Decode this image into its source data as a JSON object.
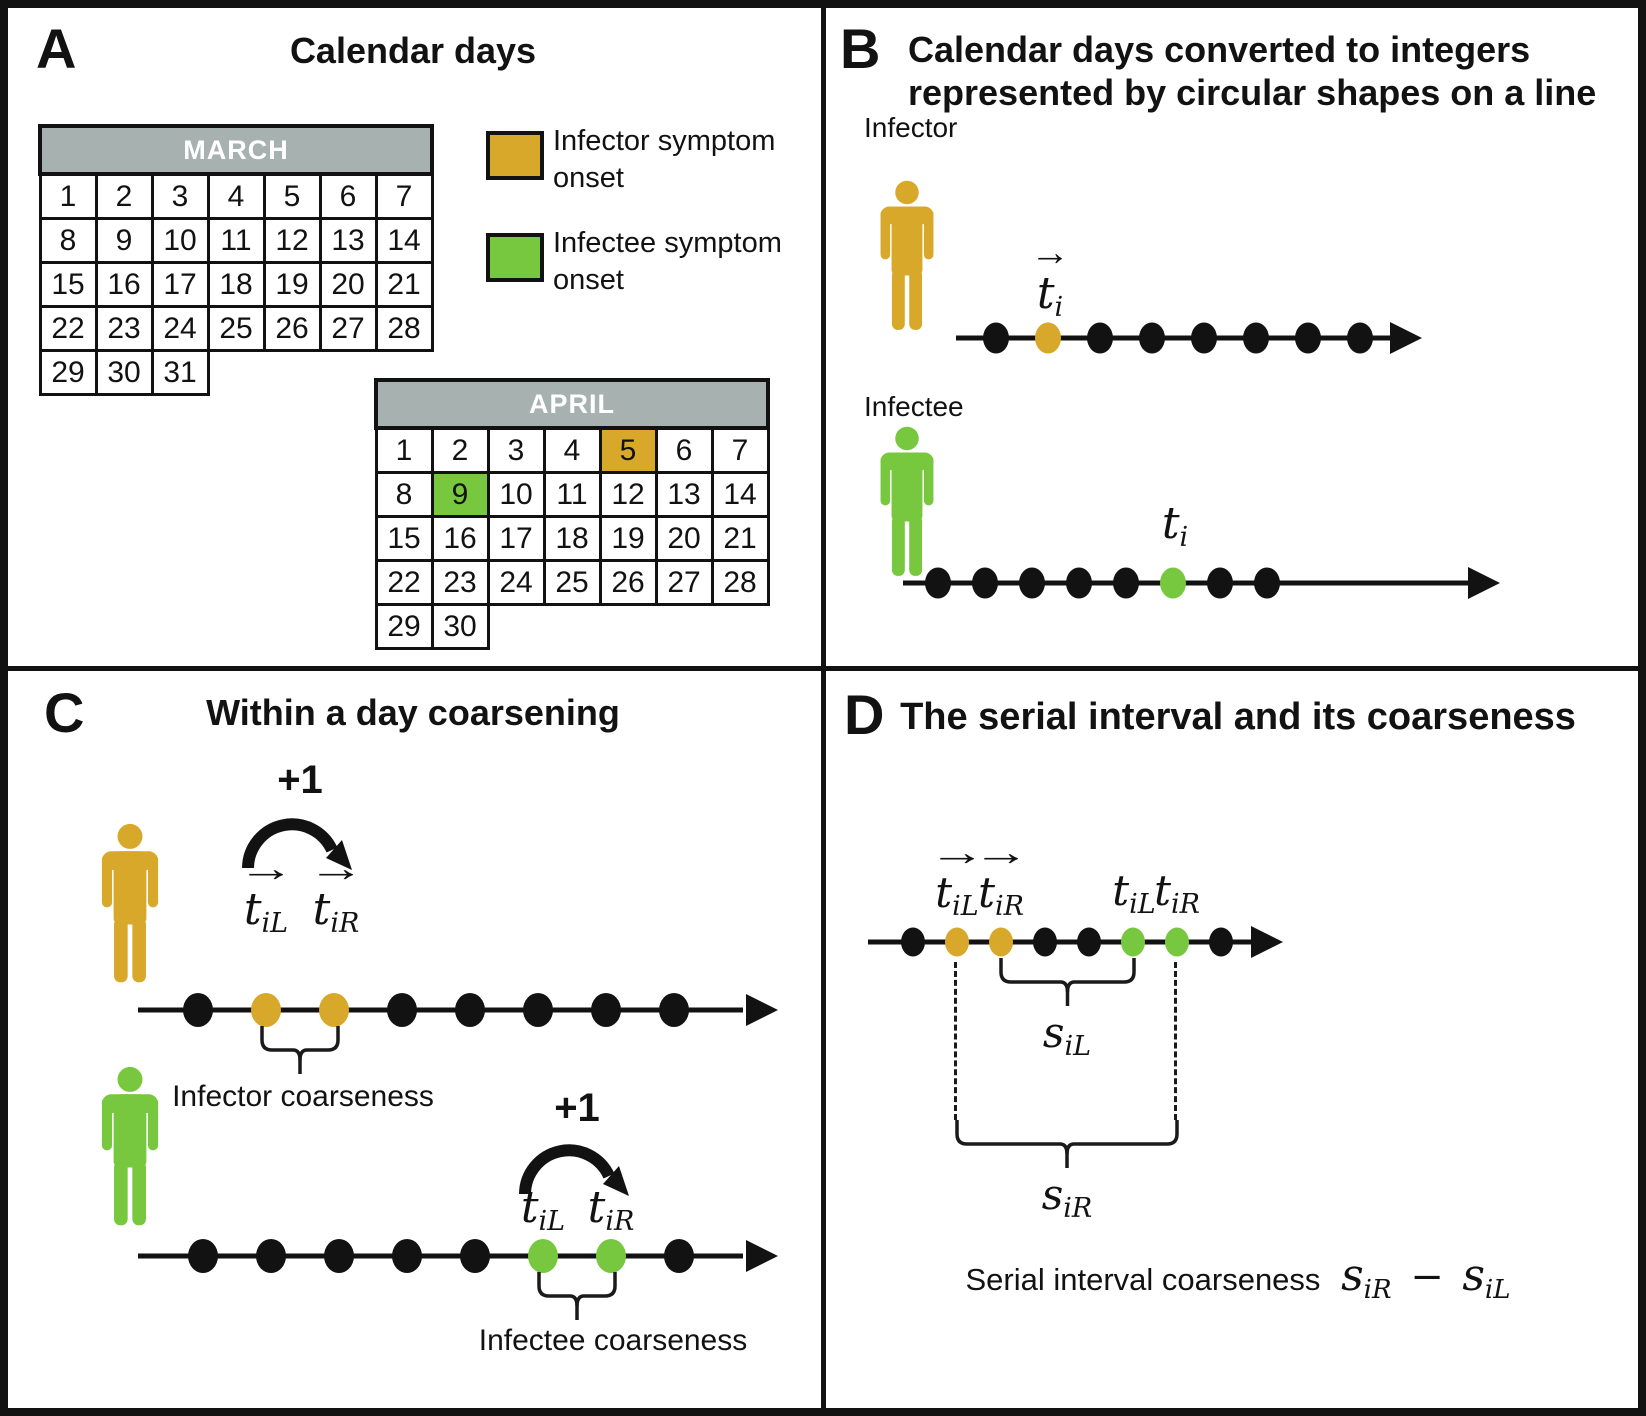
{
  "colors": {
    "gold": "#D8A82A",
    "green": "#77C83E",
    "black": "#121212",
    "header_gray": "#A7B1AF"
  },
  "math": {
    "t": "t",
    "s": "s",
    "sub_i": "i",
    "sub_iL": "iL",
    "sub_iR": "iR",
    "plus_one": "+1",
    "minus": "−"
  },
  "panel_a": {
    "letter": "A",
    "title": "Calendar days",
    "legend": [
      {
        "swatch_color": "gold",
        "label": "Infector symptom onset"
      },
      {
        "swatch_color": "green",
        "label": "Infectee symptom onset"
      }
    ],
    "calendars": [
      {
        "name": "march",
        "title": "MARCH",
        "weeks": [
          [
            1,
            2,
            3,
            4,
            5,
            6,
            7
          ],
          [
            8,
            9,
            10,
            11,
            12,
            13,
            14
          ],
          [
            15,
            16,
            17,
            18,
            19,
            20,
            21
          ],
          [
            22,
            23,
            24,
            25,
            26,
            27,
            28
          ],
          [
            29,
            30,
            31
          ]
        ],
        "highlights": {}
      },
      {
        "name": "april",
        "title": "APRIL",
        "weeks": [
          [
            1,
            2,
            3,
            4,
            5,
            6,
            7
          ],
          [
            8,
            9,
            10,
            11,
            12,
            13,
            14
          ],
          [
            15,
            16,
            17,
            18,
            19,
            20,
            21
          ],
          [
            22,
            23,
            24,
            25,
            26,
            27,
            28
          ],
          [
            29,
            30
          ]
        ],
        "highlights": {
          "5": "gold",
          "9": "green"
        }
      }
    ]
  },
  "panel_b": {
    "letter": "B",
    "title_line1": "Calendar days converted to integers",
    "title_line2": "represented by circular shapes on a line",
    "infector_label": "Infector",
    "infectee_label": "Infectee",
    "infector_timeline": {
      "dots": [
        "black",
        "gold",
        "black",
        "black",
        "black",
        "black",
        "black",
        "black"
      ]
    },
    "infectee_timeline": {
      "dots": [
        "black",
        "black",
        "black",
        "black",
        "black",
        "green",
        "black",
        "black"
      ]
    }
  },
  "panel_c": {
    "letter": "C",
    "title": "Within a day coarsening",
    "infector_coarseness_label": "Infector coarseness",
    "infectee_coarseness_label": "Infectee coarseness",
    "infector_timeline": {
      "dots": [
        "black",
        "gold",
        "gold",
        "black",
        "black",
        "black",
        "black",
        "black"
      ]
    },
    "infectee_timeline": {
      "dots": [
        "black",
        "black",
        "black",
        "black",
        "black",
        "green",
        "green",
        "black"
      ]
    }
  },
  "panel_d": {
    "letter": "D",
    "title": "The serial interval and its coarseness",
    "timeline": {
      "dots": [
        "black",
        "gold",
        "gold",
        "black",
        "black",
        "green",
        "green",
        "black"
      ]
    },
    "formula_prefix": "Serial interval coarseness"
  }
}
